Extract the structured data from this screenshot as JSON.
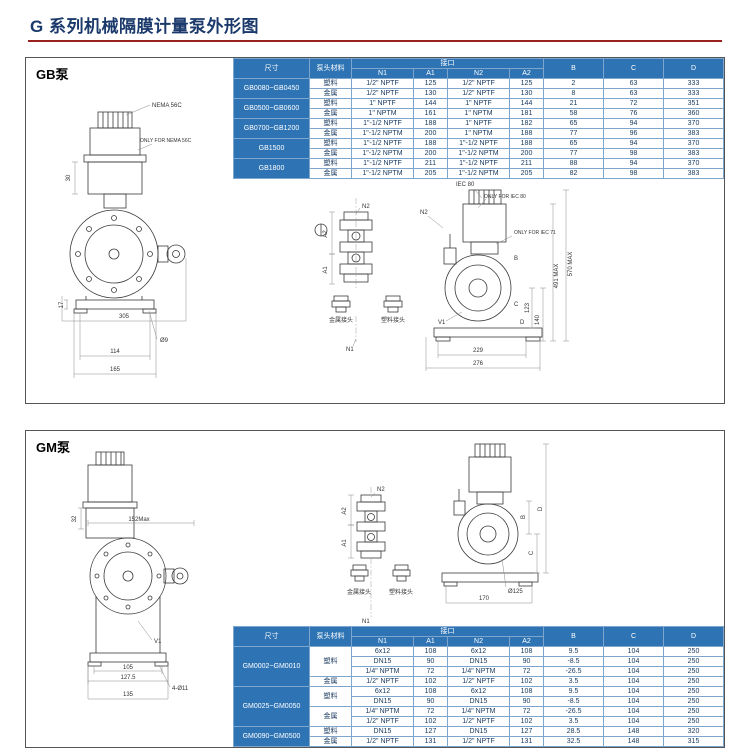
{
  "page": {
    "title": "G 系列机械隔膜计量泵外形图"
  },
  "headers": {
    "size": "尺寸",
    "material": "泵头材料",
    "port": "接口",
    "n1": "N1",
    "a1": "A1",
    "n2": "N2",
    "a2": "A2",
    "b": "B",
    "c": "C",
    "d": "D"
  },
  "gb": {
    "label": "GB泵",
    "rows": [
      {
        "size": "GB0080~GB0450",
        "materials": [
          {
            "material": "塑料",
            "rows": [
              [
                "1/2\" NPTF",
                "125",
                "1/2\" NPTF",
                "125",
                "2",
                "63",
                "333"
              ]
            ]
          },
          {
            "material": "金属",
            "rows": [
              [
                "1/2\" NPTF",
                "130",
                "1/2\" NPTF",
                "130",
                "8",
                "63",
                "333"
              ]
            ]
          }
        ]
      },
      {
        "size": "GB0500~GB0600",
        "materials": [
          {
            "material": "塑料",
            "rows": [
              [
                "1\" NPTF",
                "144",
                "1\" NPTF",
                "144",
                "21",
                "72",
                "351"
              ]
            ]
          },
          {
            "material": "金属",
            "rows": [
              [
                "1\" NPTM",
                "161",
                "1\" NPTM",
                "181",
                "58",
                "76",
                "360"
              ]
            ]
          }
        ]
      },
      {
        "size": "GB0700~GB1200",
        "materials": [
          {
            "material": "塑料",
            "rows": [
              [
                "1\"-1/2 NPTF",
                "188",
                "1\" NPTF",
                "182",
                "65",
                "94",
                "370"
              ]
            ]
          },
          {
            "material": "金属",
            "rows": [
              [
                "1\"-1/2 NPTM",
                "200",
                "1\" NPTM",
                "188",
                "77",
                "96",
                "383"
              ]
            ]
          }
        ]
      },
      {
        "size": "GB1500",
        "materials": [
          {
            "material": "塑料",
            "rows": [
              [
                "1\"-1/2 NPTF",
                "188",
                "1\"-1/2 NPTF",
                "188",
                "65",
                "94",
                "370"
              ]
            ]
          },
          {
            "material": "金属",
            "rows": [
              [
                "1\"-1/2 NPTM",
                "200",
                "1\"-1/2 NPTM",
                "200",
                "77",
                "98",
                "383"
              ]
            ]
          }
        ]
      },
      {
        "size": "GB1800",
        "materials": [
          {
            "material": "塑料",
            "rows": [
              [
                "1\"-1/2 NPTF",
                "211",
                "1\"-1/2 NPTF",
                "211",
                "88",
                "94",
                "370"
              ]
            ]
          },
          {
            "material": "金属",
            "rows": [
              [
                "1\"-1/2 NPTM",
                "205",
                "1\"-1/2 NPTM",
                "205",
                "82",
                "98",
                "383"
              ]
            ]
          }
        ]
      }
    ],
    "drawing": {
      "nema": "NEMA 56C",
      "only_nema": "ONLY FOR NEMA 56C",
      "d30": "30",
      "d17": "17",
      "d305": "305",
      "d114": "114",
      "d165": "165",
      "dia9": "Ø9",
      "n2": "N2",
      "a2": "A2",
      "a1": "A1",
      "n1": "N1",
      "metal": "金属接头",
      "plastic": "塑料接头",
      "iec80": "IEC 80",
      "only80": "ONLY FOR IEC 80",
      "only71": "ONLY FOR IEC 71",
      "max570": "570 MAX",
      "max491": "491 MAX",
      "d123": "123",
      "d140": "140",
      "d229": "229",
      "d276": "276",
      "v1": "V1",
      "b": "B",
      "c": "C",
      "d": "D"
    }
  },
  "gm": {
    "label": "GM泵",
    "rows": [
      {
        "size": "GM0002~GM0010",
        "materials": [
          {
            "material": "塑料",
            "rows": [
              [
                "6x12",
                "108",
                "6x12",
                "108",
                "9.5",
                "104",
                "250"
              ],
              [
                "DN15",
                "90",
                "DN15",
                "90",
                "-8.5",
                "104",
                "250"
              ],
              [
                "1/4\" NPTM",
                "72",
                "1/4\" NPTM",
                "72",
                "-26.5",
                "104",
                "250"
              ]
            ]
          },
          {
            "material": "金属",
            "rows": [
              [
                "1/2\" NPTF",
                "102",
                "1/2\" NPTF",
                "102",
                "3.5",
                "104",
                "250"
              ]
            ]
          }
        ]
      },
      {
        "size": "GM0025~GM0050",
        "materials": [
          {
            "material": "塑料",
            "rows": [
              [
                "6x12",
                "108",
                "6x12",
                "108",
                "9.5",
                "104",
                "250"
              ],
              [
                "DN15",
                "90",
                "DN15",
                "90",
                "-8.5",
                "104",
                "250"
              ]
            ]
          },
          {
            "material": "金属",
            "rows": [
              [
                "1/4\" NPTM",
                "72",
                "1/4\" NPTM",
                "72",
                "-26.5",
                "104",
                "250"
              ],
              [
                "1/2\" NPTF",
                "102",
                "1/2\" NPTF",
                "102",
                "3.5",
                "104",
                "250"
              ]
            ]
          }
        ]
      },
      {
        "size": "GM0090~GM0500",
        "materials": [
          {
            "material": "塑料",
            "rows": [
              [
                "DN15",
                "127",
                "DN15",
                "127",
                "28.5",
                "148",
                "320"
              ]
            ]
          },
          {
            "material": "金属",
            "rows": [
              [
                "1/2\" NPTF",
                "131",
                "1/2\" NPTF",
                "131",
                "32.5",
                "148",
                "315"
              ]
            ]
          }
        ]
      }
    ],
    "drawing": {
      "d152": "152Max",
      "d32": "32",
      "d105": "105",
      "d1275": "127.5",
      "holes": "4-Ø11",
      "d135": "135",
      "v1": "V1",
      "n1": "N1",
      "n2": "N2",
      "a1": "A1",
      "a2": "A2",
      "metal": "金属接头",
      "plastic": "塑料接头",
      "dia125": "Ø125",
      "d170": "170",
      "b": "B",
      "c": "C",
      "d": "D"
    }
  }
}
